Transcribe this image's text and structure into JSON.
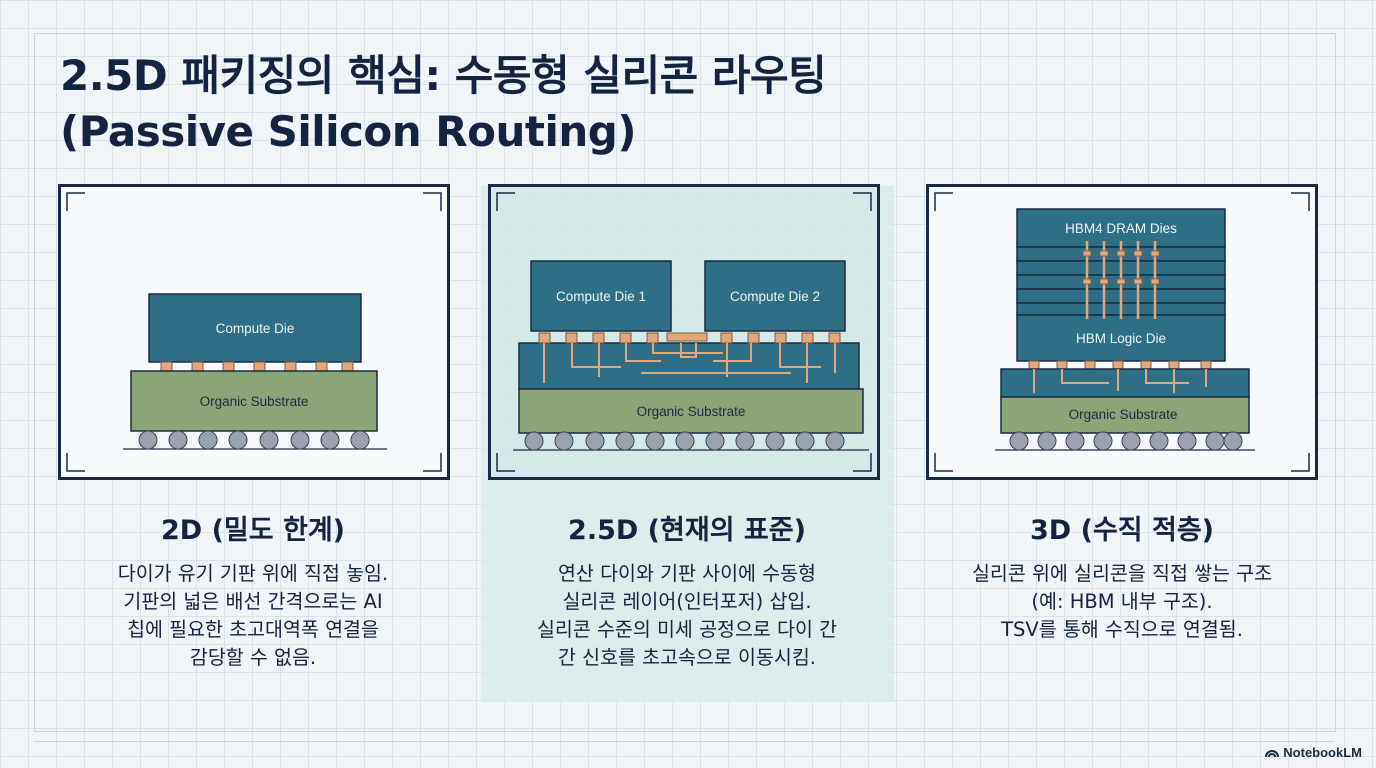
{
  "title": {
    "line1": "2.5D 패키징의 핵심: 수동형 실리콘 라우팅",
    "line2": "(Passive Silicon Routing)"
  },
  "columns": [
    {
      "heading": "2D (밀도 한계)",
      "body": [
        "다이가 유기 기판 위에 직접 놓임.",
        "기판의 넓은 배선 간격으로는 AI",
        "칩에 필요한 초고대역폭 연결을",
        "감당할 수 없음."
      ],
      "labels": {
        "compute": "Compute Die",
        "substrate": "Organic Substrate"
      }
    },
    {
      "heading": "2.5D (현재의 표준)",
      "body": [
        "연산 다이와 기판 사이에 수동형",
        "실리콘 레이어(인터포저) 삽입.",
        "실리콘 수준의 미세 공정으로 다이 간",
        "간 신호를 초고속으로 이동시킴."
      ],
      "labels": {
        "die1": "Compute Die 1",
        "die2": "Compute Die 2",
        "substrate": "Organic Substrate"
      }
    },
    {
      "heading": "3D (수직 적층)",
      "body": [
        "실리콘 위에 실리콘을 직접 쌓는 구조",
        "(예: HBM 내부 구조).",
        "TSV를 통해 수직으로 연결됨."
      ],
      "labels": {
        "dram": "HBM4 DRAM Dies",
        "logic": "HBM Logic Die",
        "substrate": "Organic Substrate"
      }
    }
  ],
  "brand": "NotebookLM",
  "colors": {
    "die": "#2f6f86",
    "substrate": "#8aa577",
    "bump": "#e2a77a",
    "ball": "#9aa3ad",
    "frame": "#1b2a44",
    "highlight": "#d7ecea"
  }
}
